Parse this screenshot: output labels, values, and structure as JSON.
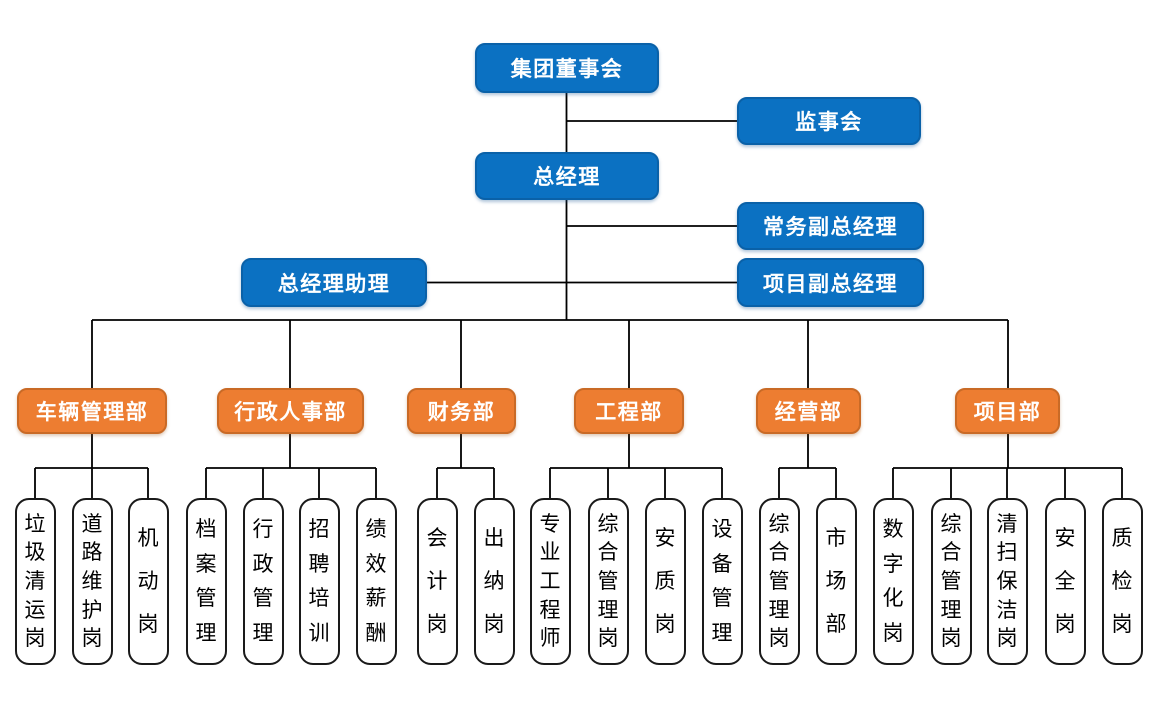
{
  "page": {
    "background": "#FFFFFF",
    "title": ""
  },
  "colors": {
    "management_fill": "#0B71C2",
    "management_border": "#0A61A8",
    "department_fill": "#ED7D31",
    "department_border": "#C96A26",
    "position_fill": "#FFFFFF",
    "position_border": "#1A1A1A",
    "connector_line": "#000000",
    "text_on_color": "#FFFFFF",
    "text_on_white": "#000000"
  },
  "chart": {
    "type": "org-chart",
    "nodes": {
      "board": "集团董事会",
      "supervisory": "监事会",
      "general_manager": "总经理",
      "executive_deputy_gm": "常务副总经理",
      "gm_assistant": "总经理助理",
      "project_deputy_gm": "项目副总经理"
    },
    "departments": [
      {
        "label": "车辆管理部",
        "positions": [
          "垃圾清运岗",
          "道路维护岗",
          "机动岗"
        ]
      },
      {
        "label": "行政人事部",
        "positions": [
          "档案管理",
          "行政管理",
          "招聘培训",
          "绩效薪酬"
        ]
      },
      {
        "label": "财务部",
        "positions": [
          "会计岗",
          "出纳岗"
        ]
      },
      {
        "label": "工程部",
        "positions": [
          "专业工程师",
          "综合管理岗",
          "安质岗",
          "设备管理"
        ]
      },
      {
        "label": "经营部",
        "positions": [
          "综合管理岗",
          "市场部"
        ]
      },
      {
        "label": "项目部",
        "positions": [
          "数字化岗",
          "综合管理岗",
          "清扫保洁岗",
          "安全岗",
          "质检岗"
        ]
      }
    ]
  }
}
